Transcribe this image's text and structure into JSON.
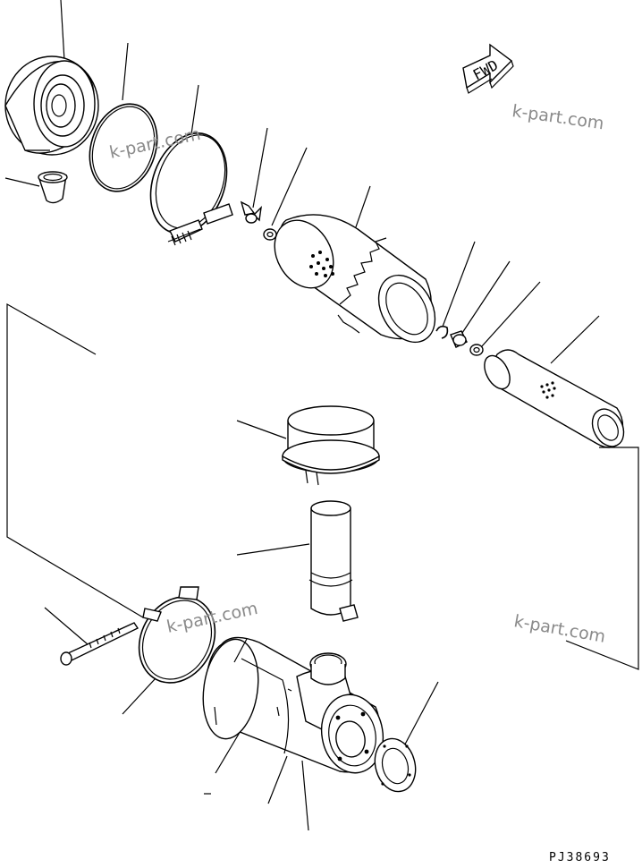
{
  "diagram": {
    "direction_label": "FWD",
    "watermarks": [
      "k-part.com",
      "k-part.com",
      "k-part.com"
    ],
    "drawing_code": "PJ38693"
  }
}
